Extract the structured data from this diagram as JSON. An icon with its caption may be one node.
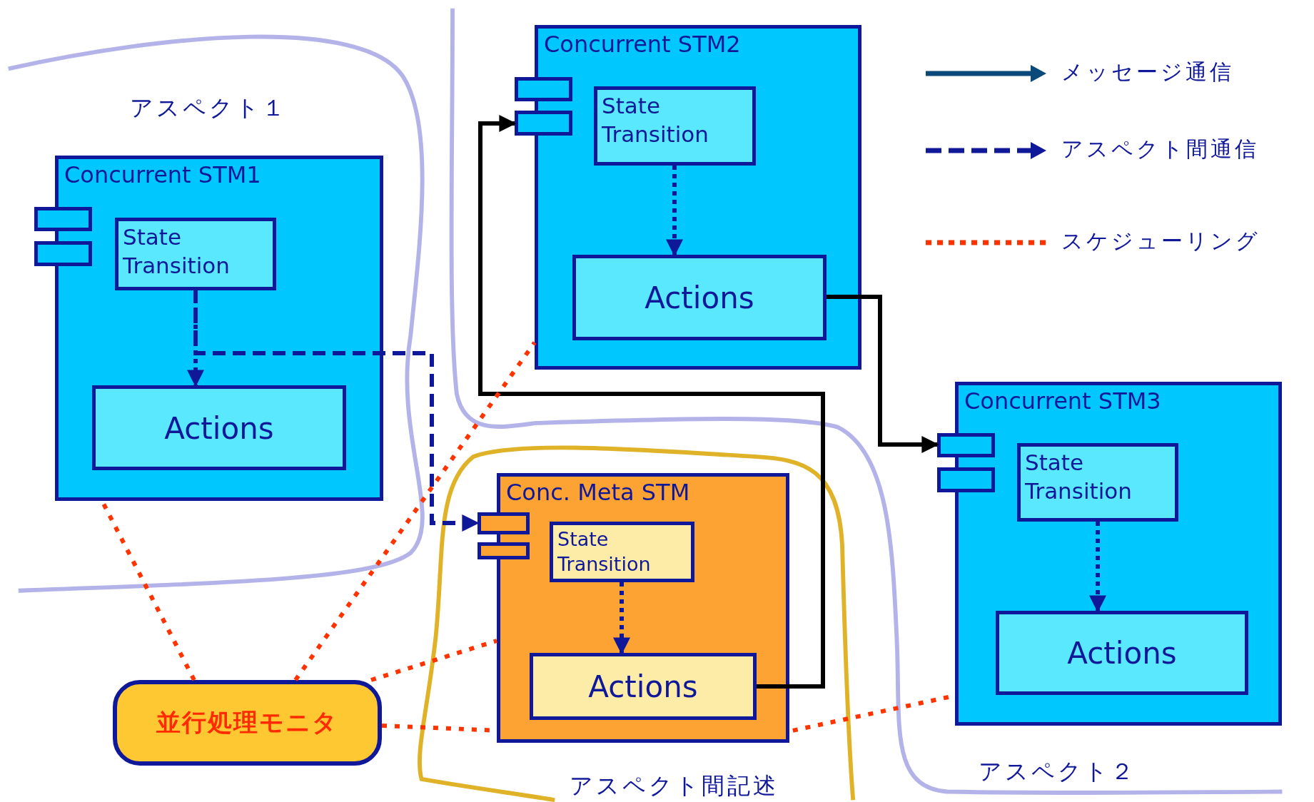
{
  "diagram": {
    "nodes": [
      {
        "text": [
          "Concurrent STM1"
        ]
      },
      {
        "text": [],
        "shape": "box"
      },
      {
        "text": [],
        "shape": "box"
      },
      {
        "text": [
          "State Transition"
        ],
        "in": 0
      },
      {
        "text": [
          "Actions"
        ],
        "in": 0
      },
      {
        "text": [
          "Concurrent STM2"
        ]
      },
      {
        "text": [],
        "shape": "box"
      },
      {
        "text": [],
        "shape": "box"
      },
      {
        "text": [
          "State Transition"
        ],
        "in": 5
      },
      {
        "text": [
          "Actions"
        ],
        "in": 5
      },
      {
        "text": [
          "Concurrent STM3"
        ]
      },
      {
        "text": [],
        "shape": "box"
      },
      {
        "text": [],
        "shape": "box"
      },
      {
        "text": [
          "State Transition"
        ],
        "in": 10
      },
      {
        "text": [
          "Actions"
        ],
        "in": 10
      },
      {
        "text": [
          "Conc. Meta STM"
        ]
      },
      {
        "text": [],
        "shape": "box"
      },
      {
        "text": [],
        "shape": "box"
      },
      {
        "text": [
          "State Transition"
        ],
        "in": 15
      },
      {
        "text": [
          "Actions"
        ],
        "in": 15
      },
      {
        "text": [
          "並行処理モニタ"
        ]
      }
    ],
    "edges": [
      {
        "from": 3,
        "to": 4,
        "arrow": "to",
        "style": "dashed",
        "color": "#10189a"
      },
      {
        "from": 8,
        "to": 9,
        "arrow": "to",
        "style": "dashed",
        "color": "#10189a"
      },
      {
        "from": 13,
        "to": 14,
        "arrow": "to",
        "style": "dashed",
        "color": "#10189a"
      },
      {
        "from": 18,
        "to": 19,
        "arrow": "to",
        "style": "dashed",
        "color": "#10189a"
      },
      {
        "from": 3,
        "to": 16,
        "arrow": "to",
        "style": "dashed",
        "color": "#10189a"
      },
      {
        "from": 9,
        "to": 11,
        "arrow": "to",
        "color": "#000000"
      },
      {
        "from": 19,
        "to": 7,
        "arrow": "to",
        "color": "#000000"
      },
      {
        "from": 20,
        "to": 0,
        "arrow": "none",
        "style": "dashed",
        "color": "#ff3300"
      },
      {
        "from": 20,
        "to": 5,
        "arrow": "none",
        "style": "dashed",
        "color": "#ff3300"
      },
      {
        "from": 20,
        "to": 15,
        "arrow": "none",
        "style": "dashed",
        "color": "#ff3300"
      },
      {
        "from": 20,
        "to": 10,
        "arrow": "none",
        "style": "dashed",
        "color": "#ff3300"
      }
    ],
    "labels": [
      "アスペクト１",
      "アスペクト間記述",
      "アスペクト２"
    ],
    "legend": [
      {
        "text": "メッセージ通信"
      },
      {
        "text": "アスペクト間通信"
      },
      {
        "text": "スケジューリング"
      }
    ]
  }
}
